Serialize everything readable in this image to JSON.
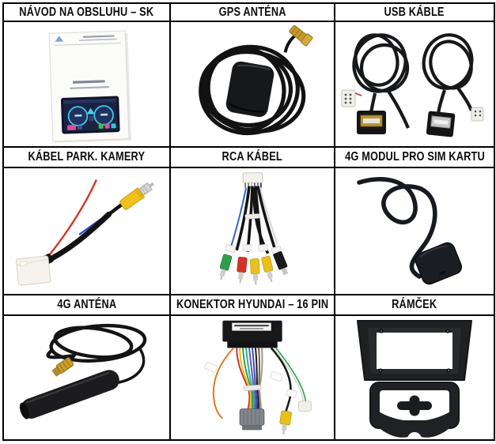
{
  "document": {
    "type": "package-contents-table",
    "language": "sk"
  },
  "table": {
    "columns": 3,
    "rows": 3,
    "items": [
      {
        "label": "NÁVOD NA OBSLUHU – SK",
        "image": "user-manual-photo"
      },
      {
        "label": "GPS ANTÉNA",
        "image": "gps-antenna-photo"
      },
      {
        "label": "USB KÁBLE",
        "image": "usb-cables-photo"
      },
      {
        "label": "KÁBEL PARK. KAMERY",
        "image": "parking-camera-cable-photo"
      },
      {
        "label": "RCA KÁBEL",
        "image": "rca-cable-photo"
      },
      {
        "label": "4G MODUL PRO SIM KARTU",
        "image": "4g-sim-module-photo"
      },
      {
        "label": "4G ANTÉNA",
        "image": "4g-antenna-photo"
      },
      {
        "label": "KONEKTOR HYUNDAI – 16 PIN",
        "image": "hyundai-16pin-connector-photo"
      },
      {
        "label": "RÁMČEK",
        "image": "radio-frame-photo"
      }
    ]
  },
  "colors": {
    "table_border": "#000000",
    "header_text": "#0d0d0d",
    "black_plastic": "#1a1a1a",
    "rca_yellow": "#f2c01d",
    "rca_green": "#2e9e4f",
    "rca_red": "#d23326",
    "wire_red": "#d63426",
    "wire_blue": "#2b50c8",
    "wire_orange": "#e07820",
    "gold_connector": "#caa02c",
    "radio_screen_navy": "#1b2342",
    "radio_gauge_cyan": "#3fc8ee"
  }
}
